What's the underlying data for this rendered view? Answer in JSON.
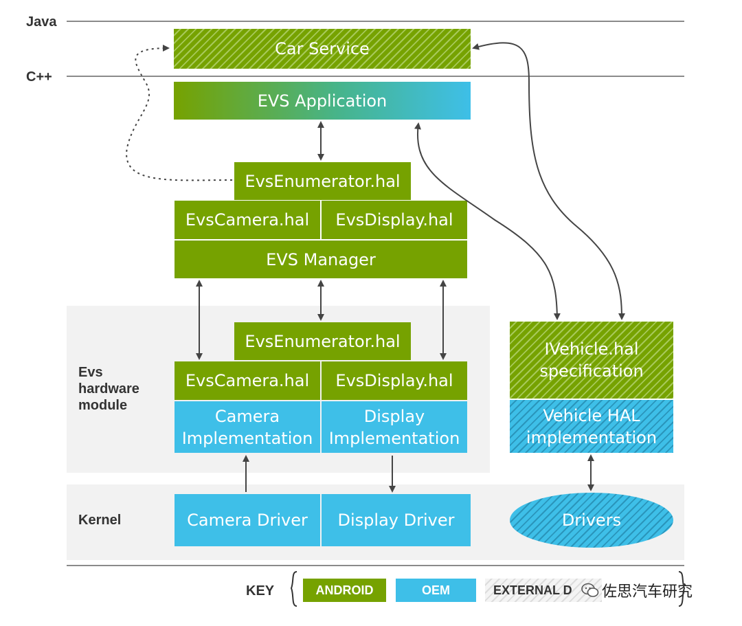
{
  "layers": {
    "java": "Java",
    "cpp": "C++",
    "evs_hw": [
      "Evs",
      "hardware",
      "module"
    ],
    "kernel": "Kernel"
  },
  "boxes": {
    "car_service": "Car Service",
    "evs_application": "EVS Application",
    "enumerator_top": "EvsEnumerator.hal",
    "camera_top": "EvsCamera.hal",
    "display_top": "EvsDisplay.hal",
    "evs_manager": "EVS Manager",
    "enumerator_hw": "EvsEnumerator.hal",
    "camera_hw": "EvsCamera.hal",
    "display_hw": "EvsDisplay.hal",
    "camera_impl": [
      "Camera",
      "Implementation"
    ],
    "display_impl": [
      "Display",
      "Implementation"
    ],
    "ivehicle": [
      "IVehicle.hal",
      "specification"
    ],
    "vehicle_hal_impl": [
      "Vehicle HAL",
      "implementation"
    ],
    "camera_driver": "Camera Driver",
    "display_driver": "Display Driver",
    "drivers": "Drivers"
  },
  "key": {
    "label": "KEY",
    "android": "ANDROID",
    "oem": "OEM",
    "external": "EXTERNAL D"
  },
  "watermark": "佐思汽车研究",
  "colors": {
    "android": "#76a200",
    "oem": "#3ebfe8",
    "region": "#f2f2f2",
    "arrow": "#444444"
  }
}
